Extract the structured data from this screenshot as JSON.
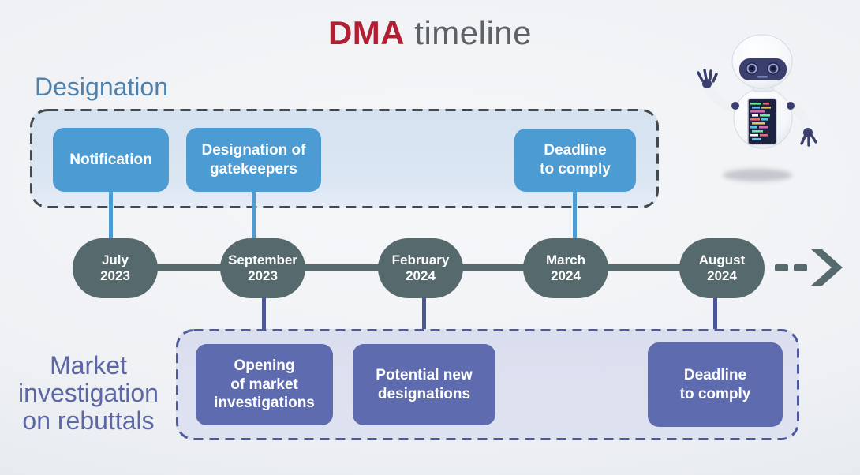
{
  "title": {
    "accent": "DMA",
    "rest": "timeline"
  },
  "sections": {
    "designation": {
      "label": "Designation",
      "boxes": [
        {
          "label": "Notification"
        },
        {
          "label": "Designation of\ngatekeepers"
        },
        {
          "label": "Deadline\nto comply"
        }
      ]
    },
    "market": {
      "label": "Market\ninvestigation\non rebuttals",
      "boxes": [
        {
          "label": "Opening\nof market\ninvestigations"
        },
        {
          "label": "Potential new\ndesignations"
        },
        {
          "label": "Deadline\nto comply"
        }
      ]
    }
  },
  "timeline": {
    "nodes": [
      {
        "label": "July\n2023"
      },
      {
        "label": "September\n2023"
      },
      {
        "label": "February\n2024"
      },
      {
        "label": "March\n2024"
      },
      {
        "label": "August\n2024"
      }
    ],
    "arrow_icon": "dashed-arrow-right"
  },
  "icons": {
    "mascot": "robot-mascot"
  },
  "colors": {
    "title_accent": "#b11f33",
    "title_rest": "#5c6266",
    "designation_label": "#4e81ab",
    "market_label": "#5d67a3",
    "event_box_blue": "#4c9bd2",
    "event_box_purple": "#5e6bae",
    "timeline_node": "#566a6e",
    "top_container_fill": "#d7e3f1",
    "top_container_border": "#43484d",
    "bottom_container_fill": "#dce0ef",
    "bottom_container_border": "#4f5a9e",
    "connector_blue": "#4c9bd2",
    "connector_purple": "#4b5694"
  }
}
